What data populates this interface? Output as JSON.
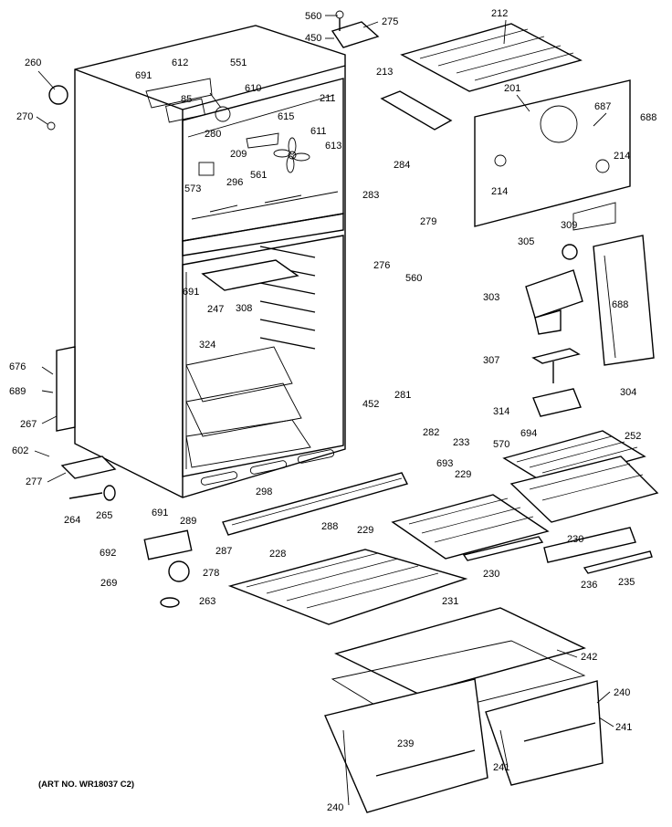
{
  "art_number": "(ART NO. WR18037 C2)",
  "callouts": [
    "560",
    "275",
    "450",
    "212",
    "260",
    "612",
    "551",
    "691",
    "610",
    "213",
    "201",
    "687",
    "688",
    "270",
    "85",
    "211",
    "615",
    "611",
    "280",
    "209",
    "613",
    "214",
    "573",
    "296",
    "561",
    "214",
    "284",
    "283",
    "279",
    "309",
    "305",
    "276",
    "560",
    "691",
    "247",
    "308",
    "303",
    "688",
    "324",
    "676",
    "307",
    "304",
    "689",
    "452",
    "281",
    "314",
    "267",
    "282",
    "233",
    "570",
    "694",
    "252",
    "602",
    "693",
    "229",
    "277",
    "691",
    "298",
    "264",
    "265",
    "289",
    "288",
    "229",
    "230",
    "692",
    "287",
    "228",
    "230",
    "236",
    "235",
    "269",
    "278",
    "231",
    "263",
    "242",
    "240",
    "239",
    "241",
    "241",
    "240"
  ]
}
